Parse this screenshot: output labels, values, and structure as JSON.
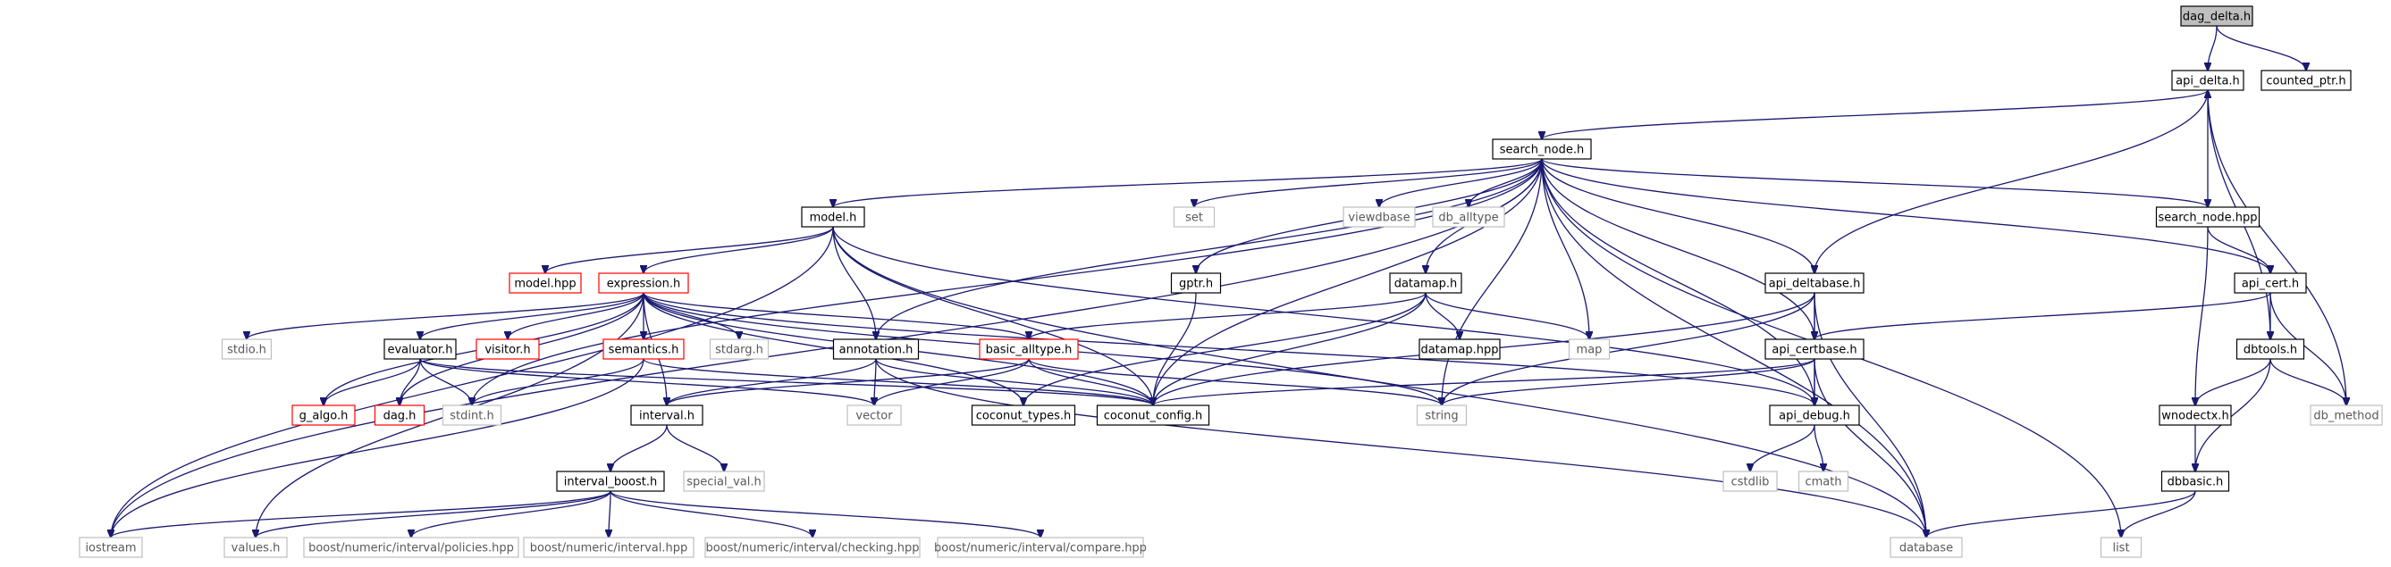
{
  "graph": {
    "root": "dag_delta.h",
    "nodes": [
      {
        "id": "dag_delta",
        "label": "dag_delta.h",
        "kind": "root"
      },
      {
        "id": "api_delta",
        "label": "api_delta.h",
        "kind": "plain"
      },
      {
        "id": "counted_ptr",
        "label": "counted_ptr.h",
        "kind": "plain"
      },
      {
        "id": "search_node",
        "label": "search_node.h",
        "kind": "plain"
      },
      {
        "id": "model",
        "label": "model.h",
        "kind": "plain"
      },
      {
        "id": "set",
        "label": "set",
        "kind": "gray"
      },
      {
        "id": "viewdbase",
        "label": "viewdbase",
        "kind": "gray"
      },
      {
        "id": "db_alltype",
        "label": "db_alltype",
        "kind": "gray"
      },
      {
        "id": "search_node_hpp",
        "label": "search_node.hpp",
        "kind": "plain"
      },
      {
        "id": "model_hpp",
        "label": "model.hpp",
        "kind": "red"
      },
      {
        "id": "expression",
        "label": "expression.h",
        "kind": "red"
      },
      {
        "id": "gptr",
        "label": "gptr.h",
        "kind": "plain"
      },
      {
        "id": "datamap",
        "label": "datamap.h",
        "kind": "plain"
      },
      {
        "id": "api_deltabase",
        "label": "api_deltabase.h",
        "kind": "plain"
      },
      {
        "id": "api_cert",
        "label": "api_cert.h",
        "kind": "plain"
      },
      {
        "id": "stdio",
        "label": "stdio.h",
        "kind": "gray"
      },
      {
        "id": "evaluator",
        "label": "evaluator.h",
        "kind": "plain"
      },
      {
        "id": "visitor",
        "label": "visitor.h",
        "kind": "red"
      },
      {
        "id": "semantics",
        "label": "semantics.h",
        "kind": "red"
      },
      {
        "id": "stdarg",
        "label": "stdarg.h",
        "kind": "gray"
      },
      {
        "id": "annotation",
        "label": "annotation.h",
        "kind": "plain"
      },
      {
        "id": "basic_alltype",
        "label": "basic_alltype.h",
        "kind": "red"
      },
      {
        "id": "datamap_hpp",
        "label": "datamap.hpp",
        "kind": "plain"
      },
      {
        "id": "map",
        "label": "map",
        "kind": "gray"
      },
      {
        "id": "api_certbase",
        "label": "api_certbase.h",
        "kind": "plain"
      },
      {
        "id": "dbtools",
        "label": "dbtools.h",
        "kind": "plain"
      },
      {
        "id": "g_algo",
        "label": "g_algo.h",
        "kind": "red"
      },
      {
        "id": "dag",
        "label": "dag.h",
        "kind": "red"
      },
      {
        "id": "stdint",
        "label": "stdint.h",
        "kind": "gray"
      },
      {
        "id": "interval",
        "label": "interval.h",
        "kind": "plain"
      },
      {
        "id": "vector",
        "label": "vector",
        "kind": "gray"
      },
      {
        "id": "coconut_types",
        "label": "coconut_types.h",
        "kind": "plain"
      },
      {
        "id": "coconut_config",
        "label": "coconut_config.h",
        "kind": "plain"
      },
      {
        "id": "string",
        "label": "string",
        "kind": "gray"
      },
      {
        "id": "api_debug",
        "label": "api_debug.h",
        "kind": "plain"
      },
      {
        "id": "wnodectx",
        "label": "wnodectx.h",
        "kind": "plain"
      },
      {
        "id": "db_method",
        "label": "db_method",
        "kind": "gray"
      },
      {
        "id": "special_val",
        "label": "special_val.h",
        "kind": "gray"
      },
      {
        "id": "cstdlib",
        "label": "cstdlib",
        "kind": "gray"
      },
      {
        "id": "cmath",
        "label": "cmath",
        "kind": "gray"
      },
      {
        "id": "interval_boost",
        "label": "interval_boost.h",
        "kind": "plain"
      },
      {
        "id": "dbbasic",
        "label": "dbbasic.h",
        "kind": "plain"
      },
      {
        "id": "iostream",
        "label": "iostream",
        "kind": "gray"
      },
      {
        "id": "values",
        "label": "values.h",
        "kind": "gray"
      },
      {
        "id": "policies",
        "label": "boost/numeric/interval/policies.hpp",
        "kind": "gray"
      },
      {
        "id": "boost_interval",
        "label": "boost/numeric/interval.hpp",
        "kind": "gray"
      },
      {
        "id": "checking",
        "label": "boost/numeric/interval/checking.hpp",
        "kind": "gray"
      },
      {
        "id": "compare",
        "label": "boost/numeric/interval/compare.hpp",
        "kind": "gray"
      },
      {
        "id": "database",
        "label": "database",
        "kind": "gray"
      },
      {
        "id": "list",
        "label": "list",
        "kind": "gray"
      }
    ],
    "edges": [
      [
        "dag_delta",
        "api_delta"
      ],
      [
        "dag_delta",
        "counted_ptr"
      ],
      [
        "api_delta",
        "search_node"
      ],
      [
        "api_delta",
        "api_deltabase"
      ],
      [
        "api_delta",
        "dbtools"
      ],
      [
        "api_delta",
        "db_method"
      ],
      [
        "search_node",
        "model"
      ],
      [
        "search_node",
        "set"
      ],
      [
        "search_node",
        "viewdbase"
      ],
      [
        "search_node",
        "db_alltype"
      ],
      [
        "search_node",
        "search_node_hpp"
      ],
      [
        "search_node",
        "gptr"
      ],
      [
        "search_node",
        "datamap"
      ],
      [
        "search_node",
        "api_deltabase"
      ],
      [
        "search_node",
        "api_certbase"
      ],
      [
        "search_node",
        "api_debug"
      ],
      [
        "search_node",
        "coconut_config"
      ],
      [
        "search_node",
        "string"
      ],
      [
        "search_node",
        "map"
      ],
      [
        "search_node",
        "annotation"
      ],
      [
        "search_node",
        "iostream"
      ],
      [
        "search_node",
        "stdint"
      ],
      [
        "search_node",
        "database"
      ],
      [
        "search_node",
        "list"
      ],
      [
        "search_node",
        "api_cert"
      ],
      [
        "model",
        "model_hpp"
      ],
      [
        "model",
        "expression"
      ],
      [
        "model",
        "annotation"
      ],
      [
        "model",
        "coconut_config"
      ],
      [
        "model",
        "api_debug"
      ],
      [
        "model",
        "iostream"
      ],
      [
        "model",
        "database"
      ],
      [
        "expression",
        "stdio"
      ],
      [
        "expression",
        "evaluator"
      ],
      [
        "expression",
        "visitor"
      ],
      [
        "expression",
        "semantics"
      ],
      [
        "expression",
        "stdarg"
      ],
      [
        "expression",
        "basic_alltype"
      ],
      [
        "expression",
        "g_algo"
      ],
      [
        "expression",
        "dag"
      ],
      [
        "expression",
        "interval"
      ],
      [
        "expression",
        "coconut_types"
      ],
      [
        "expression",
        "coconut_config"
      ],
      [
        "expression",
        "api_debug"
      ],
      [
        "expression",
        "string"
      ],
      [
        "expression",
        "values"
      ],
      [
        "evaluator",
        "g_algo"
      ],
      [
        "evaluator",
        "dag"
      ],
      [
        "evaluator",
        "stdint"
      ],
      [
        "evaluator",
        "vector"
      ],
      [
        "evaluator",
        "coconut_config"
      ],
      [
        "semantics",
        "stdint"
      ],
      [
        "semantics",
        "coconut_config"
      ],
      [
        "semantics",
        "iostream"
      ],
      [
        "annotation",
        "interval"
      ],
      [
        "annotation",
        "vector"
      ],
      [
        "annotation",
        "coconut_config"
      ],
      [
        "annotation",
        "database"
      ],
      [
        "basic_alltype",
        "interval"
      ],
      [
        "basic_alltype",
        "vector"
      ],
      [
        "basic_alltype",
        "coconut_config"
      ],
      [
        "basic_alltype",
        "string"
      ],
      [
        "gptr",
        "coconut_config"
      ],
      [
        "datamap",
        "basic_alltype"
      ],
      [
        "datamap",
        "datamap_hpp"
      ],
      [
        "datamap",
        "map"
      ],
      [
        "datamap",
        "coconut_config"
      ],
      [
        "datamap",
        "coconut_types"
      ],
      [
        "api_deltabase",
        "api_certbase"
      ],
      [
        "api_deltabase",
        "api_debug"
      ],
      [
        "api_deltabase",
        "coconut_config"
      ],
      [
        "api_deltabase",
        "string"
      ],
      [
        "api_deltabase",
        "database"
      ],
      [
        "api_certbase",
        "api_debug"
      ],
      [
        "api_certbase",
        "coconut_config"
      ],
      [
        "api_certbase",
        "string"
      ],
      [
        "api_certbase",
        "database"
      ],
      [
        "api_debug",
        "cstdlib"
      ],
      [
        "api_debug",
        "cmath"
      ],
      [
        "search_node_hpp",
        "api_cert"
      ],
      [
        "search_node_hpp",
        "wnodectx"
      ],
      [
        "search_node_hpp",
        "api_delta"
      ],
      [
        "api_cert",
        "api_certbase"
      ],
      [
        "api_cert",
        "dbtools"
      ],
      [
        "api_cert",
        "db_method"
      ],
      [
        "dbtools",
        "wnodectx"
      ],
      [
        "dbtools",
        "db_method"
      ],
      [
        "dbtools",
        "dbbasic"
      ],
      [
        "wnodectx",
        "dbbasic"
      ],
      [
        "dbbasic",
        "database"
      ],
      [
        "dbbasic",
        "list"
      ],
      [
        "interval",
        "interval_boost"
      ],
      [
        "interval",
        "special_val"
      ],
      [
        "interval_boost",
        "iostream"
      ],
      [
        "interval_boost",
        "values"
      ],
      [
        "interval_boost",
        "policies"
      ],
      [
        "interval_boost",
        "boost_interval"
      ],
      [
        "interval_boost",
        "checking"
      ],
      [
        "interval_boost",
        "compare"
      ]
    ]
  }
}
